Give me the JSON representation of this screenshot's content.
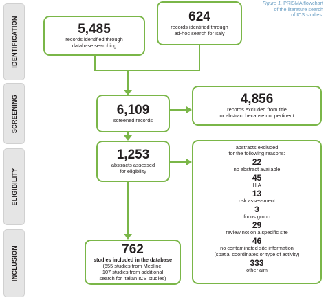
{
  "caption": {
    "figure": "Figure 1.",
    "line1": "PRISMA flowchart",
    "line2": "of the literature search",
    "line3": "of ICS studies."
  },
  "stages": {
    "identification": "IDENTIFICATION",
    "screening": "SCREENING",
    "eligibility": "ELIGIBILITY",
    "inclusion": "INCLUSION"
  },
  "boxes": {
    "database": {
      "count": "5,485",
      "line1": "records identified through",
      "line2": "database searching"
    },
    "adhoc": {
      "count": "624",
      "line1": "records identified through",
      "line2": "ad-hoc search for Italy"
    },
    "screened": {
      "count": "6,109",
      "line1": "screened records"
    },
    "excluded": {
      "count": "4,856",
      "line1": "records excluded from title",
      "line2": "or abstract because not pertinent"
    },
    "assessed": {
      "count": "1,253",
      "line1": "abstracts assessed",
      "line2": "for eligibility"
    },
    "abstracts_excluded": {
      "line1": "abstracts excluded",
      "line2": "for the following reasons:",
      "reasons": [
        {
          "count": "22",
          "label": "no abstract available"
        },
        {
          "count": "45",
          "label": "HIA"
        },
        {
          "count": "13",
          "label": "risk assessment"
        },
        {
          "count": "3",
          "label": "focus group"
        },
        {
          "count": "29",
          "label": "review not on a specific site"
        },
        {
          "count": "46",
          "label": "no contaminated site information",
          "label2": "(spatial coordinates or type of activity)"
        },
        {
          "count": "333",
          "label": "other aim"
        }
      ]
    },
    "included": {
      "count": "762",
      "line1": "studies included in the database",
      "line2": "(655 studies from Medline;",
      "line3": "107 studies from additional",
      "line4": "search for Italian ICS studies)"
    }
  },
  "colors": {
    "box_border": "#7ab648",
    "arrow": "#7ab648",
    "stage_fill": "#e5e5e5",
    "caption": "#6a9ec3"
  }
}
